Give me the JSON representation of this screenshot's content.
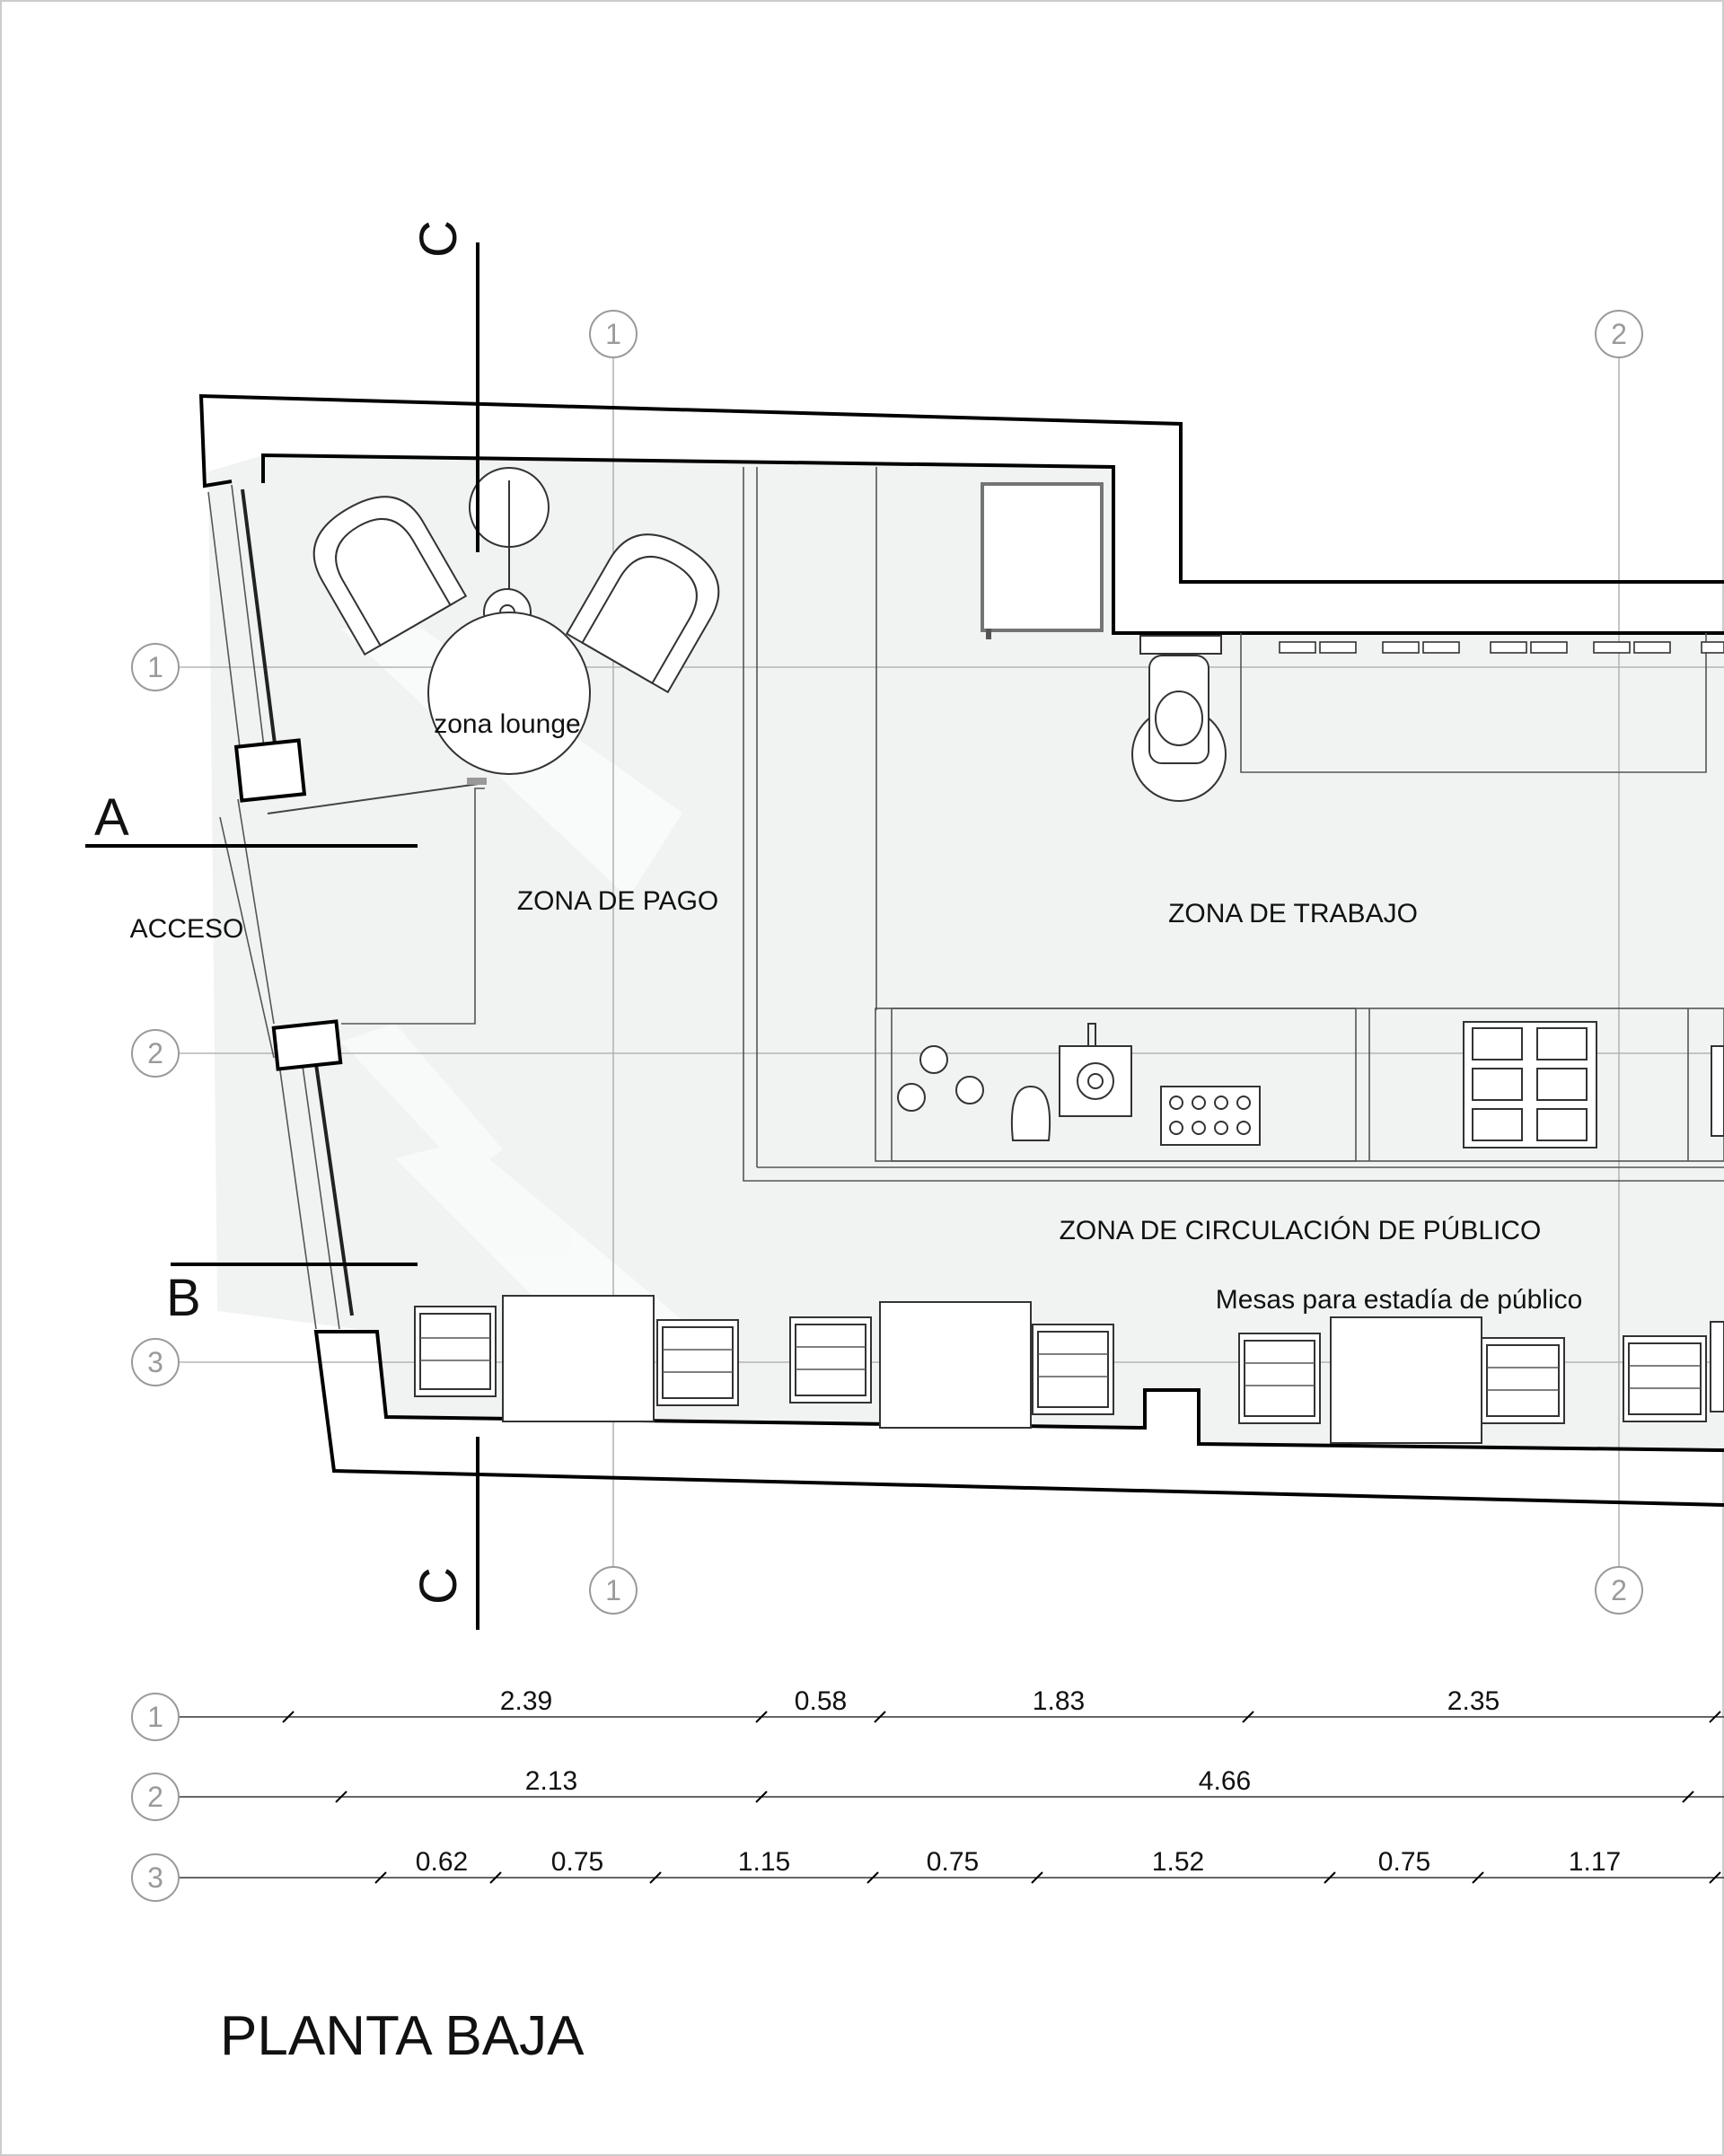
{
  "title": "PLANTA BAJA",
  "zones": {
    "lounge": "zona lounge",
    "pago": "ZONA DE PAGO",
    "acceso": "ACCESO",
    "trabajo": "ZONA DE TRABAJO",
    "circulacion": "ZONA DE CIRCULACIÓN DE PÚBLICO",
    "mesas": "Mesas para estadía de público"
  },
  "section_marks": {
    "a": "A",
    "b": "B",
    "c_top": "C",
    "c_bottom": "C"
  },
  "grid_axes": {
    "vertical": [
      "1",
      "2"
    ],
    "horizontal": [
      "1",
      "2",
      "3"
    ]
  },
  "dimensions": {
    "row1": [
      "2.39",
      "0.58",
      "1.83",
      "2.35"
    ],
    "row2": [
      "2.13",
      "4.66"
    ],
    "row3": [
      "0.62",
      "0.75",
      "1.15",
      "0.75",
      "1.52",
      "0.75",
      "1.17"
    ]
  },
  "dimension_labels": [
    "1",
    "2",
    "3"
  ]
}
